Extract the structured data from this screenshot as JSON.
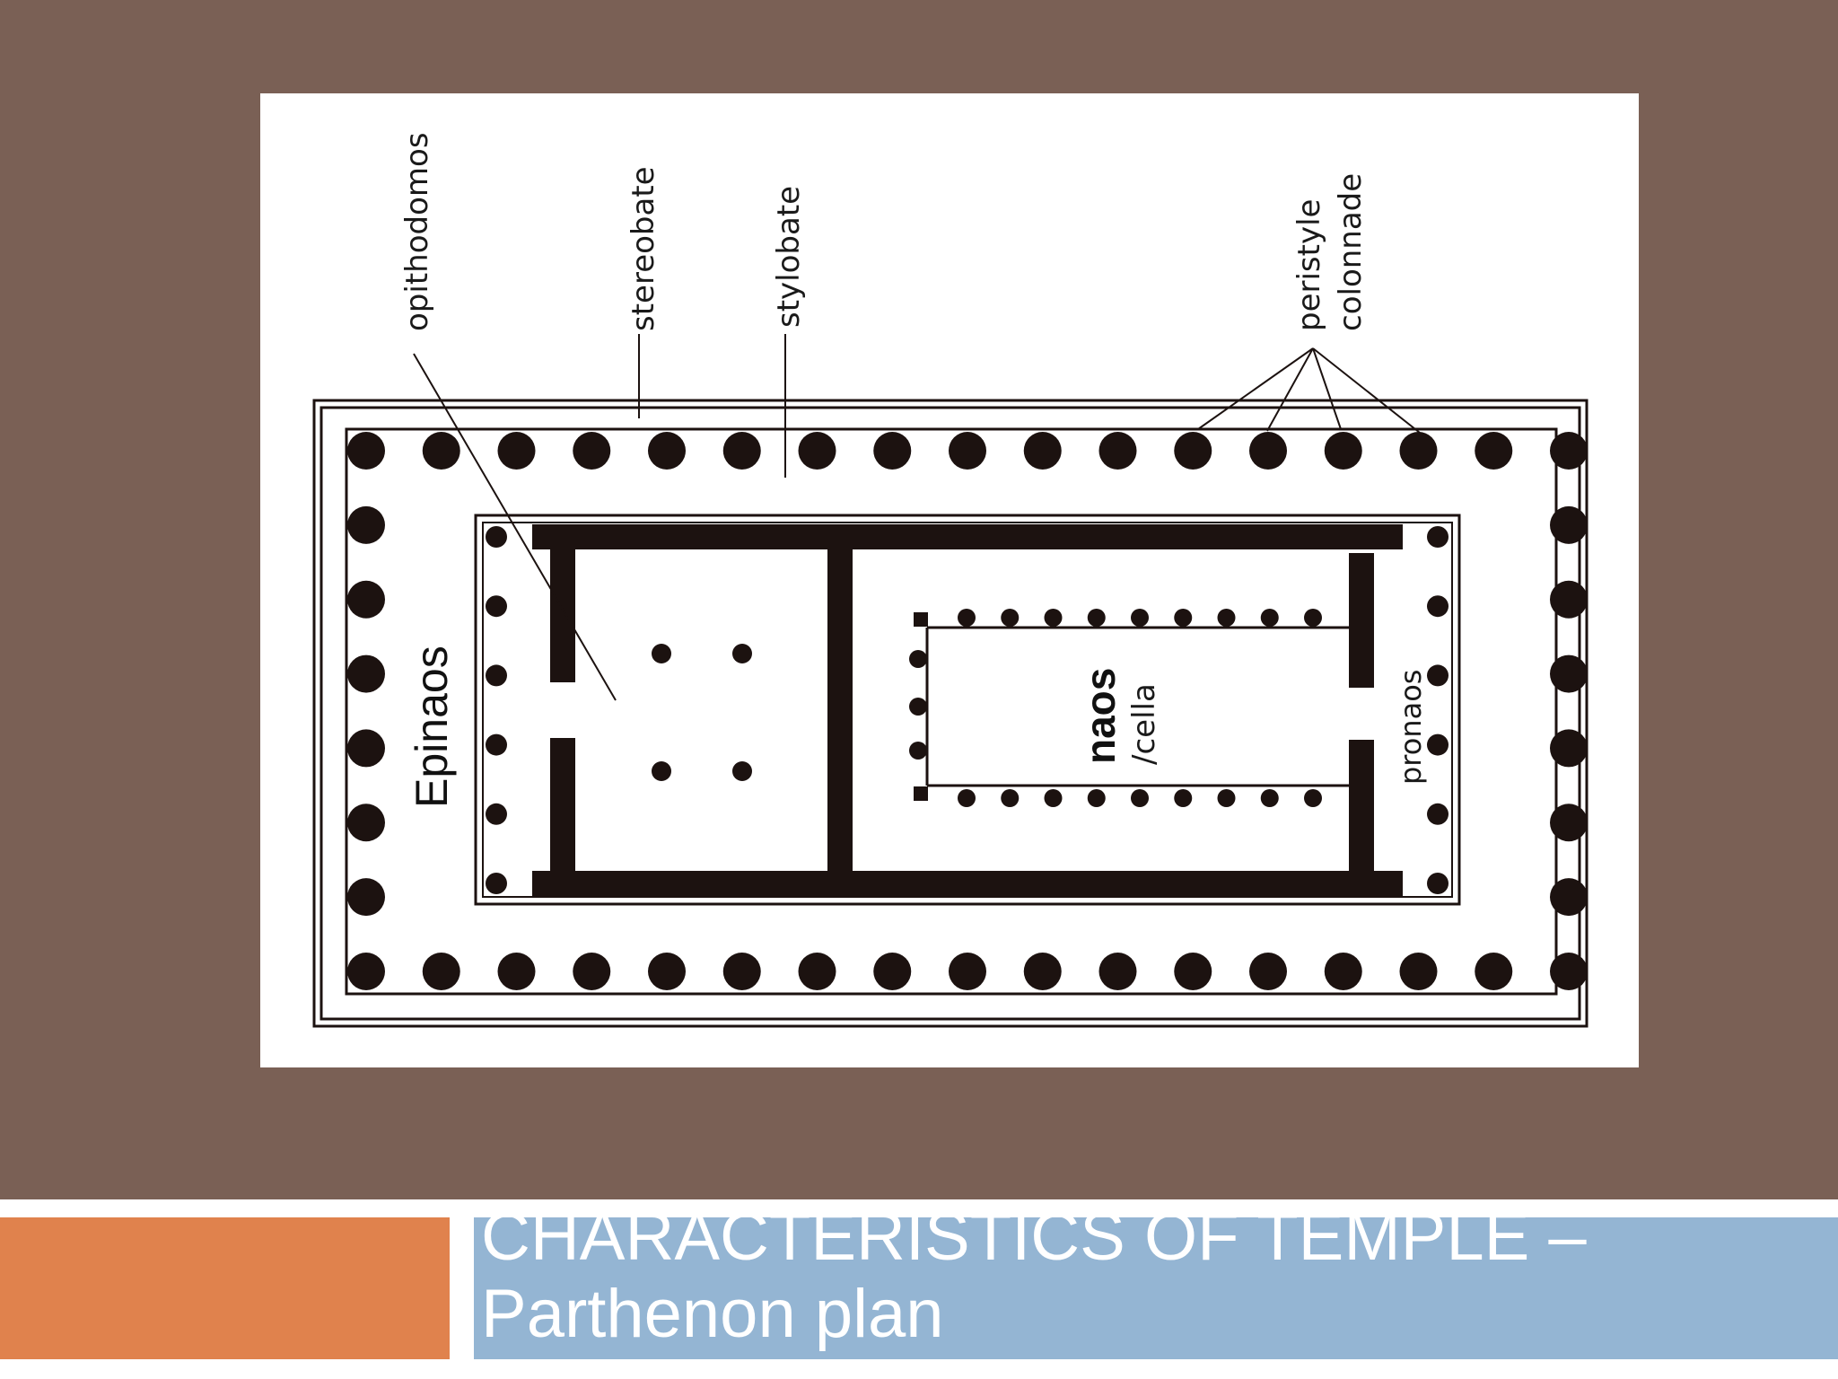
{
  "slide": {
    "title_line1": "CHARACTERISTICS OF TEMPLE –",
    "title_line2": "Parthenon plan"
  },
  "diagram": {
    "labels": {
      "opithodomos": "opithodomos",
      "stereobate": "stereobate",
      "stylobate": "stylobate",
      "peristyle": "peristyle",
      "colonnade": "colonnade",
      "epinaos": "Epinaos",
      "naos": "naos",
      "cella": "/cella",
      "pronaos": "pronaos"
    }
  },
  "colors": {
    "background_band": "#7a6055",
    "accent_orange": "#e0824d",
    "title_bar_blue": "#94b5d3",
    "plan_ink": "#1c1210"
  }
}
